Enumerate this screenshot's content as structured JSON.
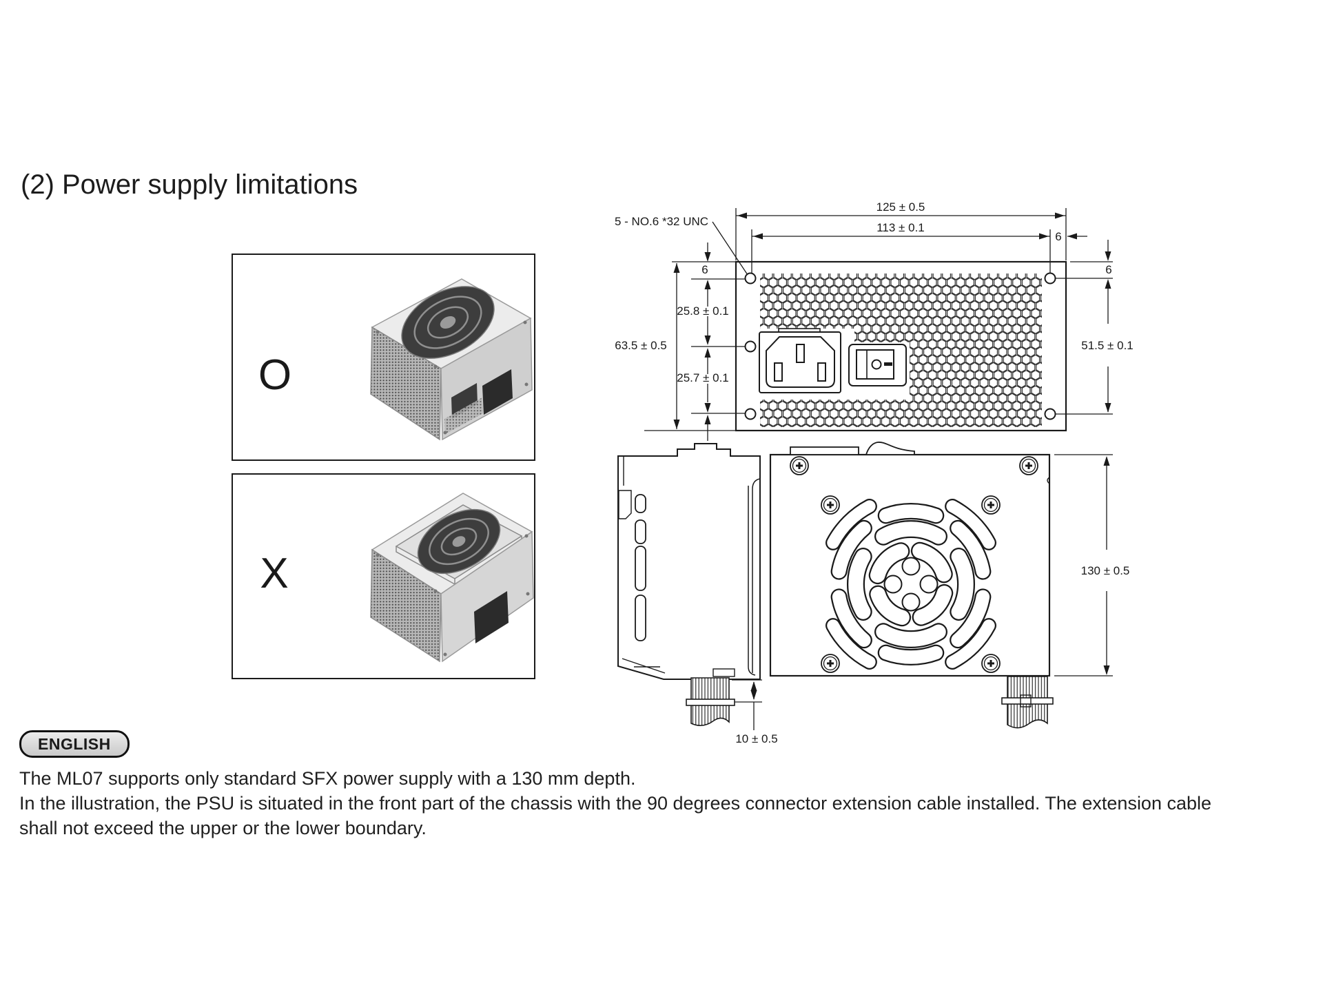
{
  "page": {
    "title": "(2) Power supply limitations",
    "language_badge": "ENGLISH",
    "body_text": {
      "line1": "The ML07 supports only standard SFX power supply with a 130 mm depth.",
      "line2": "In the illustration, the PSU is situated in the front part of the chassis with the 90 degrees connector extension cable installed. The extension cable",
      "line3": "shall not exceed the upper or the lower boundary."
    }
  },
  "compatibility": {
    "correct_label": "O",
    "incorrect_label": "X"
  },
  "diagram": {
    "thread_note": "5 - NO.6 *32 UNC",
    "dimensions": {
      "overall_width": "125 ± 0.5",
      "hole_span_horizontal": "113 ± 0.1",
      "edge_margin": "6",
      "top_hole_to_middle_hole": "25.8 ± 0.1",
      "overall_height": "63.5 ± 0.5",
      "middle_hole_to_bottom_hole": "25.7 ± 0.1",
      "hole_span_vertical": "51.5 ± 0.1",
      "overall_depth": "130 ± 0.5",
      "cable_exit_offset": "10 ± 0.5"
    },
    "colors": {
      "line": "#1a1a1a",
      "background": "#ffffff"
    }
  }
}
